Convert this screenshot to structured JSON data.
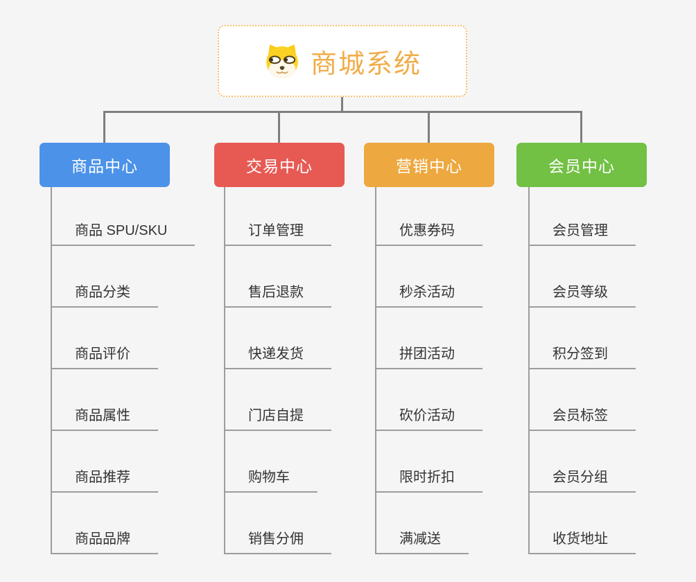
{
  "canvas": {
    "background": "#f5f5f5"
  },
  "root": {
    "title": "商城系统",
    "icon": "dog-face-icon",
    "title_color": "#f0ad49",
    "border_color": "#f6be6b"
  },
  "connector_color": "#7e7e7e",
  "leaf_line_color": "#9c9c9c",
  "branches": [
    {
      "label": "商品中心",
      "color": "#4b92e8",
      "items": [
        "商品 SPU/SKU",
        "商品分类",
        "商品评价",
        "商品属性",
        "商品推荐",
        "商品品牌"
      ]
    },
    {
      "label": "交易中心",
      "color": "#e75a54",
      "items": [
        "订单管理",
        "售后退款",
        "快递发货",
        "门店自提",
        "购物车",
        "销售分佣"
      ]
    },
    {
      "label": "营销中心",
      "color": "#eda83f",
      "items": [
        "优惠券码",
        "秒杀活动",
        "拼团活动",
        "砍价活动",
        "限时折扣",
        "满减送"
      ]
    },
    {
      "label": "会员中心",
      "color": "#72c044",
      "items": [
        "会员管理",
        "会员等级",
        "积分签到",
        "会员标签",
        "会员分组",
        "收货地址"
      ]
    }
  ]
}
